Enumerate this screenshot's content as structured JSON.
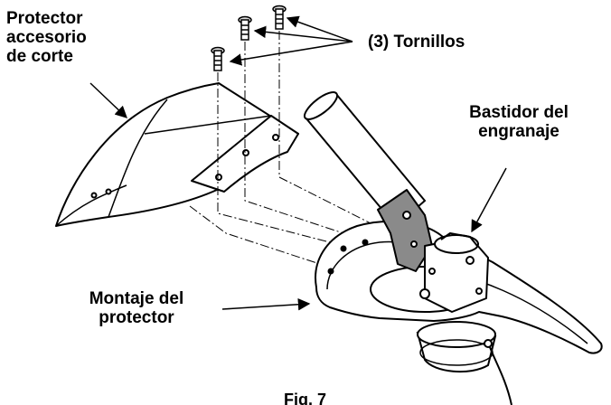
{
  "labels": {
    "protector_accesorio": [
      "Protector",
      "accesorio",
      "de corte"
    ],
    "tornillos": "(3) Tornillos",
    "bastidor": [
      "Bastidor del",
      "engranaje"
    ],
    "montaje": [
      "Montaje del",
      "protector"
    ],
    "figure_caption": "Fig. 7"
  },
  "colors": {
    "ink": "#000000",
    "paper": "#ffffff",
    "bracket_shade": "#8a8a8a",
    "screw_shade": "#d9d9d9"
  }
}
